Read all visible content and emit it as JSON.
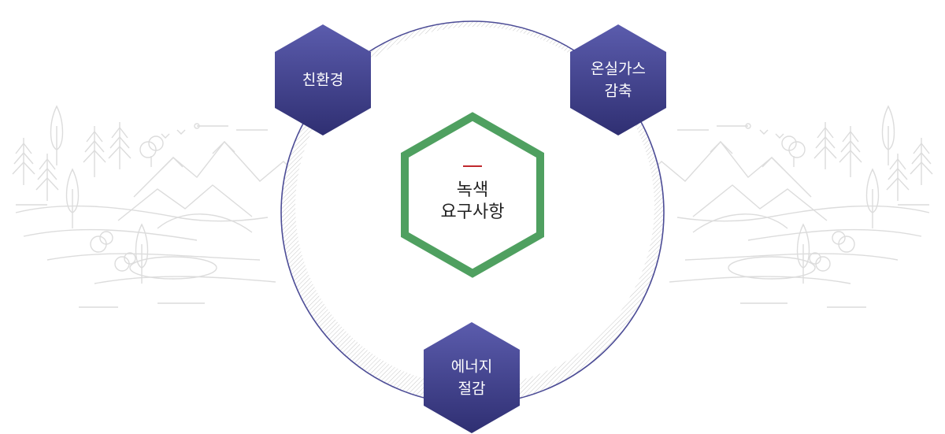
{
  "center": {
    "line1": "녹색",
    "line2": "요구사항"
  },
  "nodes": [
    {
      "id": "eco",
      "lines": [
        "친환경"
      ]
    },
    {
      "id": "ghg",
      "lines": [
        "온실가스",
        "감축"
      ]
    },
    {
      "id": "energy",
      "lines": [
        "에너지",
        "절감"
      ]
    }
  ],
  "colors": {
    "hexagon_fill_top": "#5b5cad",
    "hexagon_fill_bottom": "#2f2f72",
    "ring_stroke": "#4c4c96",
    "center_hexagon_stroke": "#4fa060",
    "accent_dash": "#c0282d",
    "scenery": "#dcdcdc"
  }
}
